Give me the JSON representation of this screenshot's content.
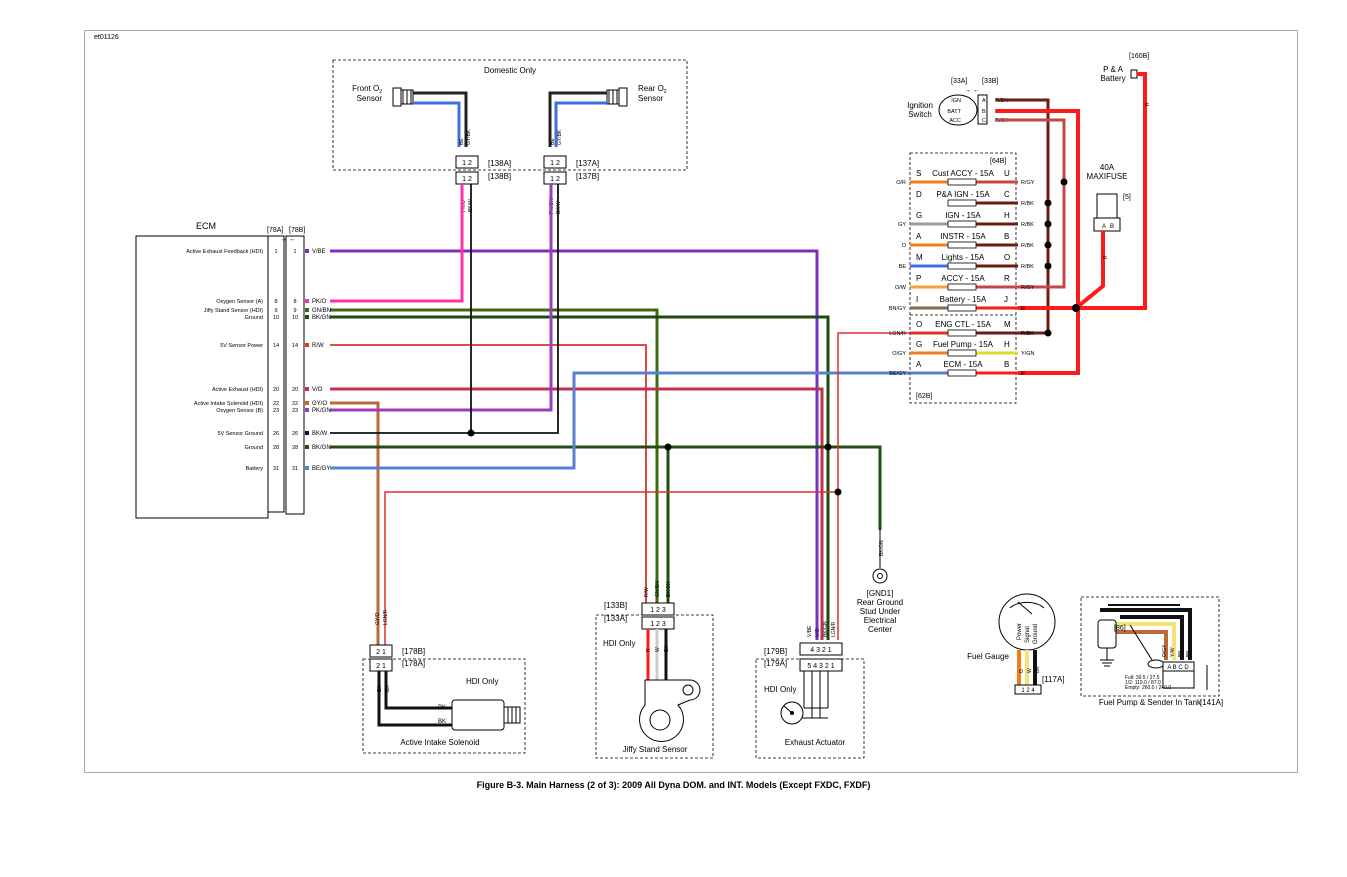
{
  "drawing_id": "et01126",
  "caption": "Figure B-3. Main Harness (2 of 3): 2009 All Dyna DOM. and INT. Models (Except FXDC, FXDF)",
  "domestic": {
    "title": "Domestic Only",
    "front_o2": "Front O2 Sensor",
    "rear_o2": "Rear O2 Sensor",
    "conn_138a": "[138A]",
    "conn_138b": "[138B]",
    "conn_137a": "[137A]",
    "conn_137b": "[137B]",
    "wire_be": "BE",
    "wire_gybk": "GY/BK",
    "wire_pko": "PK/O",
    "wire_bkw": "BK/W",
    "wire_pkgn": "PK/GN",
    "pins_12": "1 2"
  },
  "ecm": {
    "title": "ECM",
    "conn_78a": "[78A]",
    "conn_78b": "[78B]",
    "pins": [
      {
        "label": "Active Exhaust Feedback (HDI)",
        "pin": "1",
        "wire": "V/BE",
        "color": "#7b2fbf"
      },
      {
        "label": "Oxygen Sensor (A)",
        "pin": "8",
        "wire": "PK/O",
        "color": "#ff2fa8"
      },
      {
        "label": "Jiffy Stand Sensor (HDI)",
        "pin": "9",
        "wire": "GN/BN",
        "color": "#3b6a10"
      },
      {
        "label": "Ground",
        "pin": "10",
        "wire": "BK/GN",
        "color": "#244d14"
      },
      {
        "label": "5V Sensor Power",
        "pin": "14",
        "wire": "R/W",
        "color": "#e0302a"
      },
      {
        "label": "Active Exhaust (HDI)",
        "pin": "20",
        "wire": "V/O",
        "color": "#c4314a"
      },
      {
        "label": "Active Intake Solenoid (HDI)",
        "pin": "22",
        "wire": "GY/O",
        "color": "#b86a3a"
      },
      {
        "label": "Oxygen Sensor (B)",
        "pin": "23",
        "wire": "PK/GN",
        "color": "#9b3dbd"
      },
      {
        "label": "5V Sensor Ground",
        "pin": "26",
        "wire": "BK/W",
        "color": "#111111"
      },
      {
        "label": "Ground",
        "pin": "28",
        "wire": "BK/GN",
        "color": "#244d14"
      },
      {
        "label": "Battery",
        "pin": "31",
        "wire": "BE/GY",
        "color": "#5b7fd0"
      }
    ]
  },
  "ignition": {
    "label": "Ignition Switch",
    "conn_33a": "[33A]",
    "conn_33b": "[33B]",
    "rows": [
      {
        "name": "IGN",
        "pin": "A",
        "wire": "R/BK"
      },
      {
        "name": "BATT",
        "pin": "B",
        "wire": "R"
      },
      {
        "name": "ACC",
        "pin": "C",
        "wire": "R/GY"
      }
    ]
  },
  "pa_battery": {
    "label": "P & A Battery",
    "conn": "[160B]",
    "wire": "R"
  },
  "maxifuse": {
    "label": "40A MAXIFUSE",
    "conn": "[5]",
    "pin_a": "A",
    "pin_b": "B",
    "wire": "R"
  },
  "fuse_block": {
    "conn_64b": "[64B]",
    "conn_62b": "[62B]",
    "fuses": [
      {
        "pin_l": "S",
        "name": "Cust ACCY - 15A",
        "pin_r": "U",
        "wire_l": "O/R",
        "wire_r": "R/GY"
      },
      {
        "pin_l": "D",
        "name": "P&A IGN - 15A",
        "pin_r": "C",
        "wire_l": "",
        "wire_r": "R/BK"
      },
      {
        "pin_l": "G",
        "name": "IGN - 15A",
        "pin_r": "H",
        "wire_l": "GY",
        "wire_r": "R/BK"
      },
      {
        "pin_l": "A",
        "name": "INSTR - 15A",
        "pin_r": "B",
        "wire_l": "O",
        "wire_r": "R/BK"
      },
      {
        "pin_l": "M",
        "name": "Lights - 15A",
        "pin_r": "O",
        "wire_l": "BE",
        "wire_r": "R/BK"
      },
      {
        "pin_l": "P",
        "name": "ACCY - 15A",
        "pin_r": "R",
        "wire_l": "O/W",
        "wire_r": "R/GY"
      },
      {
        "pin_l": "I",
        "name": "Battery - 15A",
        "pin_r": "J",
        "wire_l": "BN/GY",
        "wire_r": "R"
      },
      {
        "pin_l": "O",
        "name": "ENG CTL - 15A",
        "pin_r": "M",
        "wire_l": "LGN/R",
        "wire_r": "R/BK"
      },
      {
        "pin_l": "G",
        "name": "Fuel Pump - 15A",
        "pin_r": "H",
        "wire_l": "O/GY",
        "wire_r": "Y/GN"
      },
      {
        "pin_l": "A",
        "name": "ECM - 15A",
        "pin_r": "B",
        "wire_l": "BE/GY",
        "wire_r": "R"
      }
    ]
  },
  "intake": {
    "label": "Active Intake Solenoid",
    "hdi": "HDI Only",
    "conn_178a": "[178A]",
    "conn_178b": "[178B]",
    "pins": "2 1",
    "wire_top": "GY/O",
    "wire_top2": "LGN/R",
    "wire_bk": "BK"
  },
  "jiffy": {
    "label": "Jiffy Stand Sensor",
    "hdi": "HDI Only",
    "conn_133a": "[133A]",
    "conn_133b": "[133B]",
    "pins": "1 2 3",
    "wires_top": [
      "R/W",
      "GN/BN",
      "BK/GN"
    ],
    "wires_bot": [
      "R",
      "W",
      "BK"
    ]
  },
  "exhaust": {
    "label": "Exhaust Actuator",
    "hdi": "HDI Only",
    "conn_179a": "[179A]",
    "conn_179b": "[179B]",
    "pins_top": "4 3 2 1",
    "pins_bot": "5 4 3 2 1",
    "wires": [
      "V/BE",
      "V/O",
      "BK/GN",
      "LGN/R"
    ]
  },
  "ground": {
    "conn": "[GND1]",
    "label": "Rear Ground Stud Under Electrical Center",
    "wire": "BK/GN"
  },
  "fuel_gauge": {
    "label": "Fuel Gauge",
    "conn": "[117A]",
    "inner": [
      "Power",
      "Signal",
      "Ground"
    ],
    "wires": [
      "O",
      "W",
      "BK"
    ],
    "pins": "1 2 4"
  },
  "fuel_pump": {
    "label": "Fuel Pump & Sender In Tank",
    "conn": "[141A]",
    "conn_86": "[86]",
    "pins": "A B C D",
    "wires": [
      "O/GY",
      "Y/W",
      "BK",
      "BK"
    ],
    "readings": [
      "Full: 39.5 / 27.5",
      "1/2: 119.0 / 87.0",
      "Empty: 260.0 / 240.0"
    ]
  }
}
